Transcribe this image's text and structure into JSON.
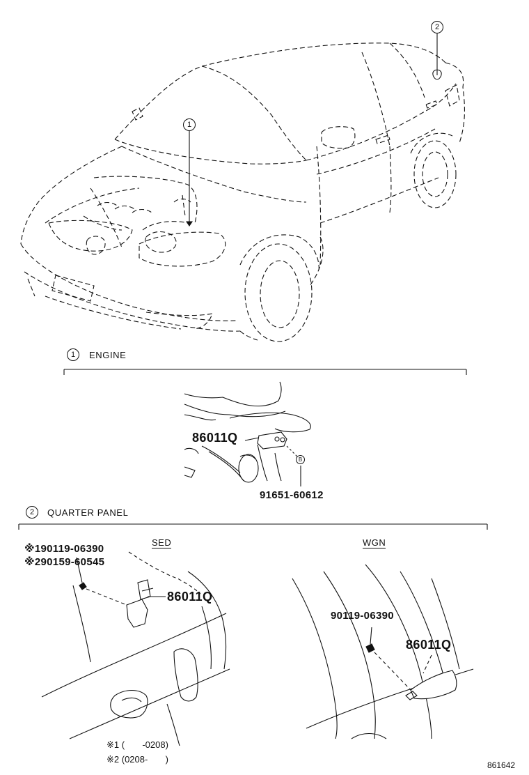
{
  "callouts": {
    "main_1": "1",
    "main_2": "2",
    "sec1_num": "1",
    "sec2_num": "2",
    "bolt_marker": "B"
  },
  "engine_section": {
    "title": "ENGINE",
    "part_number": "86011Q",
    "bolt_number": "91651-60612"
  },
  "quarter_section": {
    "title": "QUARTER PANEL",
    "sed": {
      "variant": "SED",
      "bolt_line_1": "※190119-06390",
      "bolt_line_2": "※290159-60545",
      "part_number": "86011Q",
      "note_1": "※1 (       -0208)",
      "note_2": "※2 (0208-       )"
    },
    "wgn": {
      "variant": "WGN",
      "bolt_number": "90119-06390",
      "part_number": "86011Q"
    }
  },
  "diagram_code": "861642"
}
